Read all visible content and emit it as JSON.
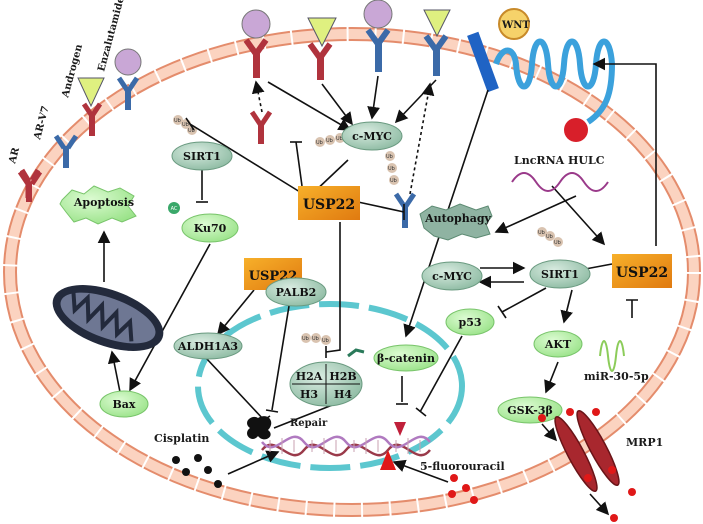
{
  "receptors": {
    "ar": "AR",
    "ar_v7": "AR-V7",
    "androgen": "Androgen",
    "enzalutamide": "Enzalutamide",
    "wnt": "WNT"
  },
  "nodes": {
    "sirt1_left": "SIRT1",
    "ku70": "Ku70",
    "ac": "AC",
    "cmyc_top": "c-MYC",
    "usp22_center": "USP22",
    "usp22_left": "USP22",
    "usp22_right": "USP22",
    "palb2": "PALB2",
    "aldh1a3": "ALDH1A3",
    "apoptosis": "Apoptosis",
    "bax": "Bax",
    "autophagy": "Autophagy",
    "lncrna": "LncRNA HULC",
    "cmyc_right": "c-MYC",
    "sirt1_right": "SIRT1",
    "p53": "p53",
    "akt": "AKT",
    "gsk3b": "GSK-3β",
    "mir": "miR-30-5p",
    "mrp1": "MRP1",
    "beta_catenin": "β-catenin",
    "h2a": "H2A",
    "h2b": "H2B",
    "h3": "H3",
    "h4": "H4",
    "repair": "Repair",
    "cisplatin": "Cisplatin",
    "fluorouracil": "5-fluorouracil",
    "ub": "Ub"
  },
  "colors": {
    "membrane": "#f2b49c",
    "nucleus": "#5cc7cf",
    "green_node": "#b7f0a5",
    "gray_node": "#a8cbb8",
    "usp_orange": "#f5a21c",
    "receptor_red": "#b0333d",
    "receptor_blue": "#3b6aa8",
    "wnt_blue": "#3ba1dc",
    "ligand_purple": "#c9a7d6",
    "ligand_yellow": "#dff080",
    "drug_red": "#e01818"
  }
}
